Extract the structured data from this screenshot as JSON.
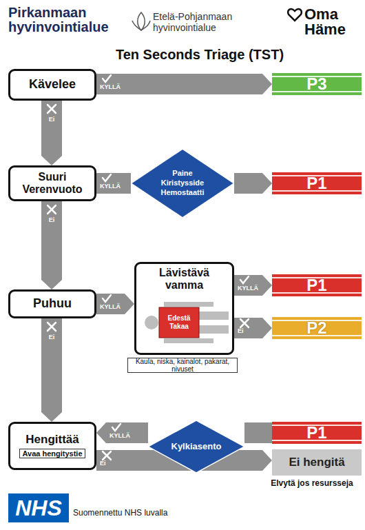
{
  "diagram": {
    "title": "Ten Seconds Triage (TST)",
    "nodes": [
      {
        "text": [
          "Kävelee"
        ]
      },
      {
        "text": [
          "P3"
        ]
      },
      {
        "text": [
          "Suuri Verenvuoto"
        ]
      },
      {
        "text": [
          "Paine Kiristysside Hemostaatti"
        ]
      },
      {
        "text": [
          "P1"
        ]
      },
      {
        "text": [
          "Puhuu"
        ]
      },
      {
        "text": [
          "Lävistävä vamma",
          "Edestä Takaa"
        ]
      },
      {
        "text": [
          "P1"
        ]
      },
      {
        "text": [
          "P2"
        ]
      },
      {
        "text": [
          "Kaula, niska, kainalot, pakarat, nivuset"
        ]
      },
      {
        "text": [
          "Hengittää",
          "Avaa hengitystie"
        ]
      },
      {
        "text": [
          "Kylkiasento"
        ]
      },
      {
        "text": [
          "P1"
        ]
      },
      {
        "text": [
          "Ei hengitä"
        ]
      }
    ],
    "edges": [
      {
        "from": 0,
        "to": 1,
        "label": "KYLLÄ",
        "arrow": "to"
      },
      {
        "from": 0,
        "to": 2,
        "label": "Ei",
        "arrow": "to"
      },
      {
        "from": 2,
        "to": 3,
        "label": "KYLLÄ",
        "arrow": "none"
      },
      {
        "from": 3,
        "to": 4,
        "arrow": "to"
      },
      {
        "from": 2,
        "to": 5,
        "label": "Ei",
        "arrow": "to"
      },
      {
        "from": 5,
        "to": 6,
        "label": "KYLLÄ",
        "arrow": "to"
      },
      {
        "from": 6,
        "to": 7,
        "label": "KYLLÄ",
        "arrow": "to"
      },
      {
        "from": 6,
        "to": 8,
        "label": "Ei",
        "arrow": "to"
      },
      {
        "from": 5,
        "to": 10,
        "label": "Ei",
        "arrow": "to"
      },
      {
        "from": 11,
        "to": 10,
        "label": "KYLLÄ",
        "arrow": "to"
      },
      {
        "from": 11,
        "to": 12,
        "arrow": "none"
      },
      {
        "from": 10,
        "to": 13,
        "label": "Ei",
        "arrow": "to"
      }
    ],
    "labels": [
      "Pirkanmaan hyvinvointialue",
      "Etelä-Pohjanmaan hyvinvointialue",
      "Oma Häme",
      "Elvytä jos resursseja",
      "NHS",
      "Suomennettu NHS luvalla"
    ]
  }
}
